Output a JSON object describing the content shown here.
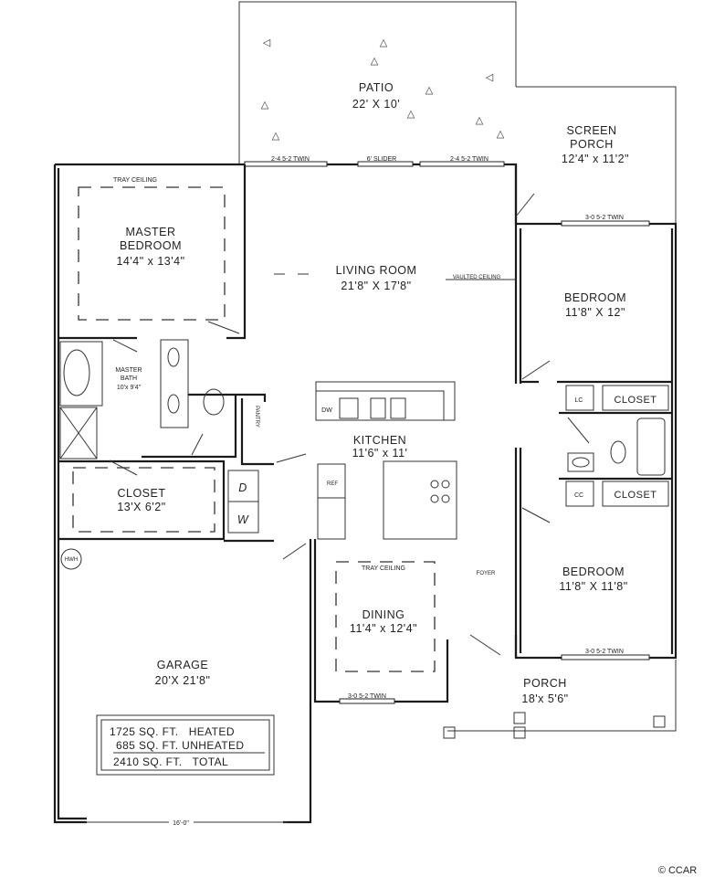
{
  "rooms": {
    "patio": {
      "name": "PATIO",
      "size": "22' X 10'"
    },
    "screen_porch": {
      "name_line1": "SCREEN",
      "name_line2": "PORCH",
      "size": "12'4\" x 11'2\""
    },
    "master_bedroom": {
      "ceiling": "TRAY CEILING",
      "name_line1": "MASTER",
      "name_line2": "BEDROOM",
      "size": "14'4\" x 13'4\""
    },
    "living_room": {
      "name": "LIVING ROOM",
      "size": "21'8\" X 17'8\"",
      "ceiling": "VAULTED CEILING"
    },
    "bedroom_2": {
      "name": "BEDROOM",
      "size": "11'8\" X 12\""
    },
    "master_bath": {
      "name_line1": "MASTER",
      "name_line2": "BATH",
      "size": "10'x 9'4\""
    },
    "pantry": {
      "name": "PANTRY"
    },
    "kitchen": {
      "name": "KITCHEN",
      "size": "11'6\" x 11'",
      "dishwasher": "DW",
      "fridge": "REF"
    },
    "closet_master": {
      "name": "CLOSET",
      "size": "13'X 6'2\""
    },
    "laundry": {
      "dryer": "D",
      "washer": "W"
    },
    "closets_right": {
      "lc": "LC",
      "closet1": "CLOSET",
      "cc": "CC",
      "closet2": "CLOSET"
    },
    "water_heater": {
      "name": "HWH"
    },
    "dining": {
      "ceiling": "TRAY CEILING",
      "name": "DINING",
      "size": "11'4\" x 12'4\""
    },
    "foyer": {
      "name": "FOYER"
    },
    "bedroom_3": {
      "name": "BEDROOM",
      "size": "11'8\" X 11'8\""
    },
    "porch": {
      "name": "PORCH",
      "size": "18'x 5'6\""
    },
    "garage": {
      "name": "GARAGE",
      "size": "20'X 21'8\"",
      "door_width": "16'-0\""
    }
  },
  "windows": {
    "master_twin": "2-4 5-2 TWIN",
    "slider": "6' SLIDER",
    "living_twin": "2-4 5-2 TWIN",
    "screen_porch_twin": "3-0 5-2 TWIN",
    "bedroom3_twin": "3-0 5-2 TWIN",
    "dining_twin": "3-0 5-2 TWIN"
  },
  "area_summary": {
    "heated": "1725 SQ. FT.   HEATED",
    "unheated": "685 SQ. FT. UNHEATED",
    "total": "2410 SQ. FT.   TOTAL"
  },
  "copyright": "© CCAR"
}
